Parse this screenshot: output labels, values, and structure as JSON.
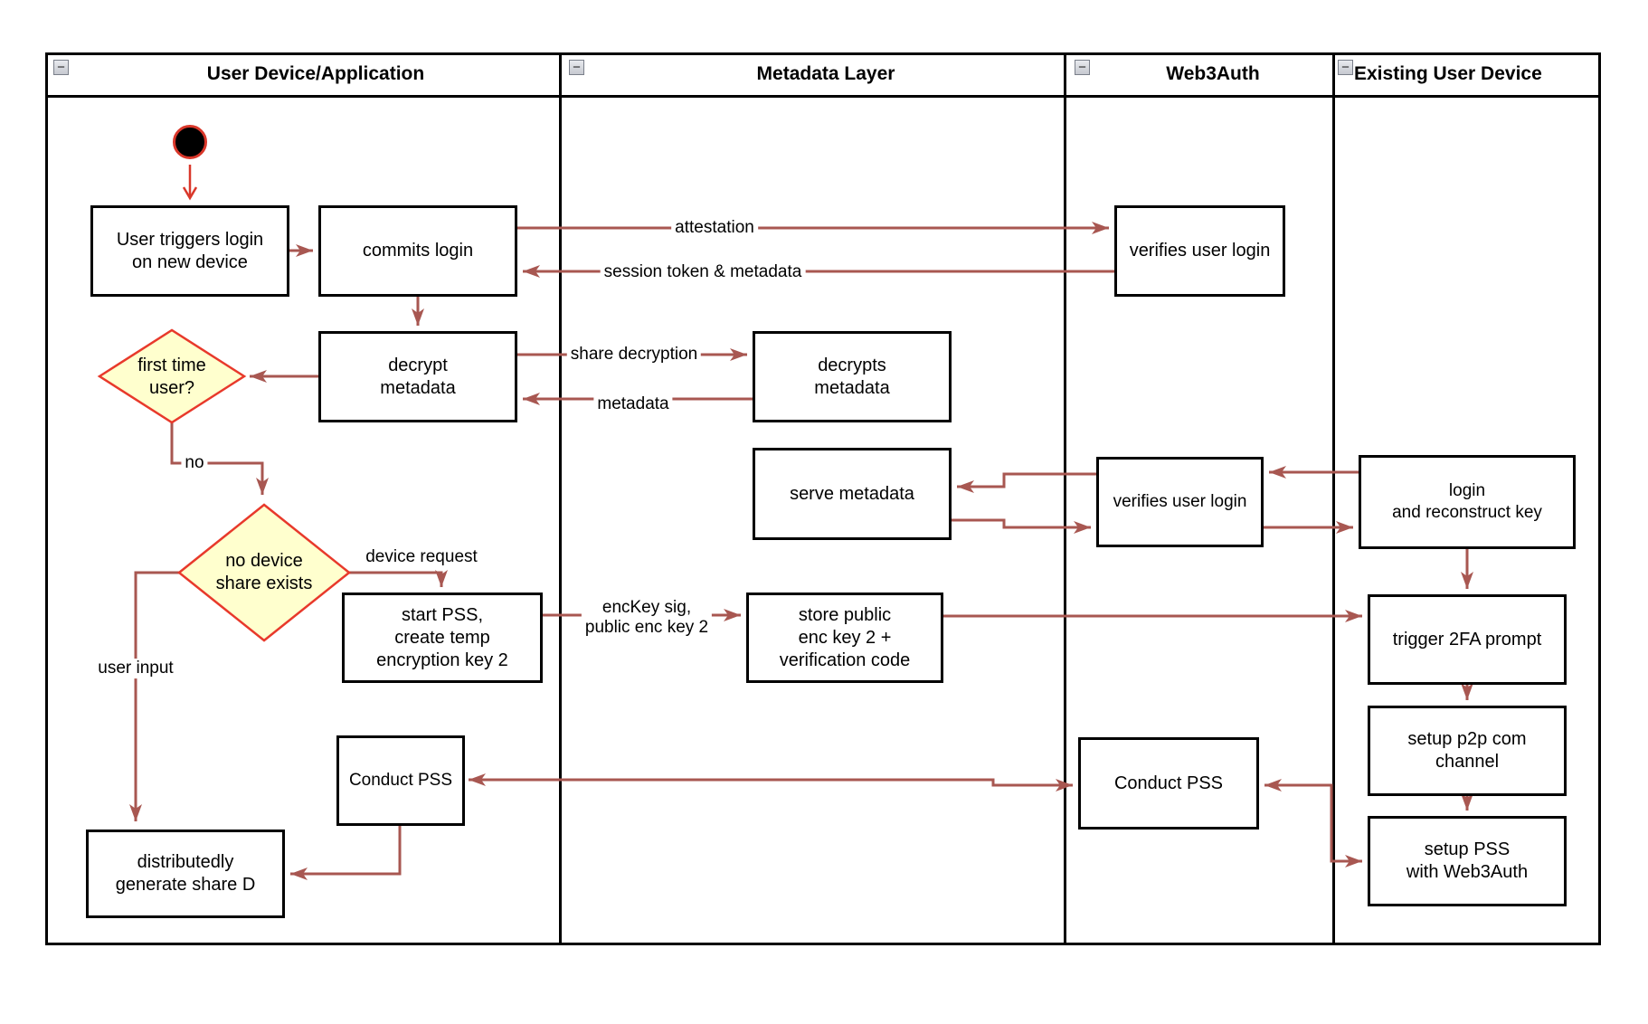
{
  "diagram_type": "swimlane-activity-diagram",
  "colors": {
    "arrow": "#A85751",
    "start_arrow": "#D9372A",
    "decision_fill": "#FFFFCE",
    "decision_border": "#E8392B",
    "box_border": "#000000",
    "box_fill": "#FFFFFF",
    "start_node_fill": "#000000",
    "start_node_ring": "#D9372A"
  },
  "lanes": [
    {
      "title": "User Device/Application",
      "collapse": "−"
    },
    {
      "title": "Metadata Layer",
      "collapse": "−"
    },
    {
      "title": "Web3Auth",
      "collapse": "−"
    },
    {
      "title": "Existing User Device",
      "collapse": "−"
    }
  ],
  "nodes": {
    "user_triggers_login": "User triggers login\non new device",
    "commits_login": "commits login",
    "verifies_user_login_top": "verifies user login",
    "decrypt_metadata": "decrypt\nmetadata",
    "decrypts_metadata": "decrypts\nmetadata",
    "first_time_user": "first time\nuser?",
    "no_device_share_exists": "no device\nshare exists",
    "start_pss": "start PSS,\ncreate temp\nencryption key 2",
    "store_public_enc_key": "store public\nenc key 2 +\nverification code",
    "serve_metadata": "serve metadata",
    "verifies_user_login_mid": "verifies user login",
    "login_and_reconstruct_key": "login\nand reconstruct key",
    "trigger_2fa_prompt": "trigger 2FA prompt",
    "setup_p2p_com_channel": "setup p2p com\nchannel",
    "setup_pss_with_web3auth": "setup PSS\nwith Web3Auth",
    "conduct_pss_user_device": "Conduct PSS",
    "conduct_pss_web3auth": "Conduct PSS",
    "distributedly_generate_share_d": "distributedly\ngenerate share D"
  },
  "edge_labels": {
    "attestation": "attestation",
    "session_token_metadata": "session token & metadata",
    "share_decryption": "share decryption",
    "metadata": "metadata",
    "no": "no",
    "device_request": "device request",
    "enc_key": "encKey sig,\npublic enc key 2",
    "user_input": "user input"
  }
}
